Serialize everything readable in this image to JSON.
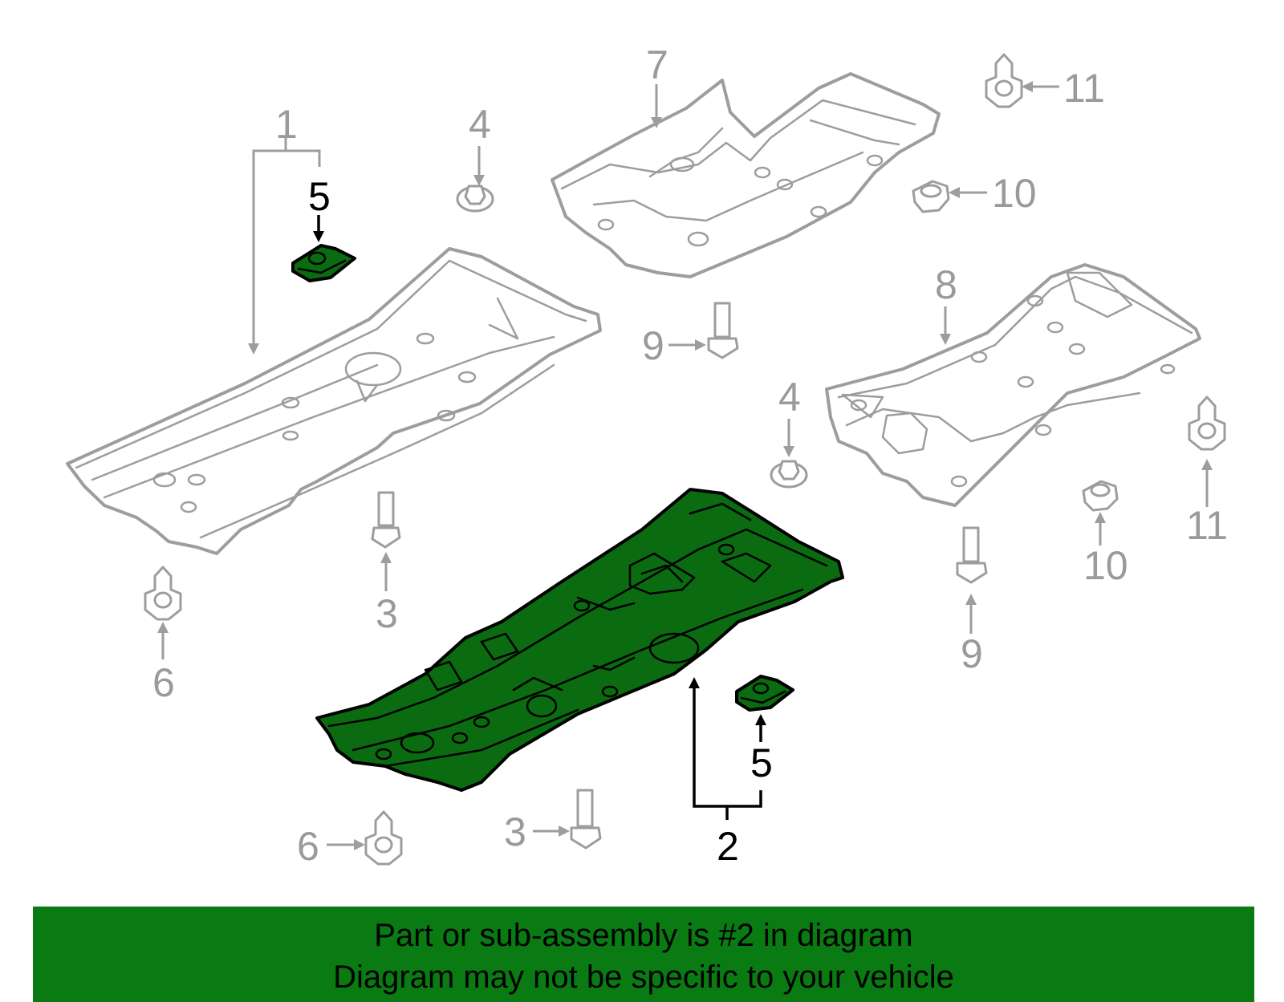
{
  "callouts": {
    "c1": "1",
    "c2": "2",
    "c3a": "3",
    "c3b": "3",
    "c4a": "4",
    "c4b": "4",
    "c5a": "5",
    "c5b": "5",
    "c6a": "6",
    "c6b": "6",
    "c7": "7",
    "c8": "8",
    "c9a": "9",
    "c9b": "9",
    "c10a": "10",
    "c10b": "10",
    "c11a": "11",
    "c11b": "11"
  },
  "banner": {
    "line1": "Part or sub-assembly is #2 in diagram",
    "line2": "Diagram may not be specific to your vehicle"
  },
  "colors": {
    "highlight": "#0a6b10",
    "banner": "#0a7a13",
    "inactive_part": "#9d9d9d"
  }
}
